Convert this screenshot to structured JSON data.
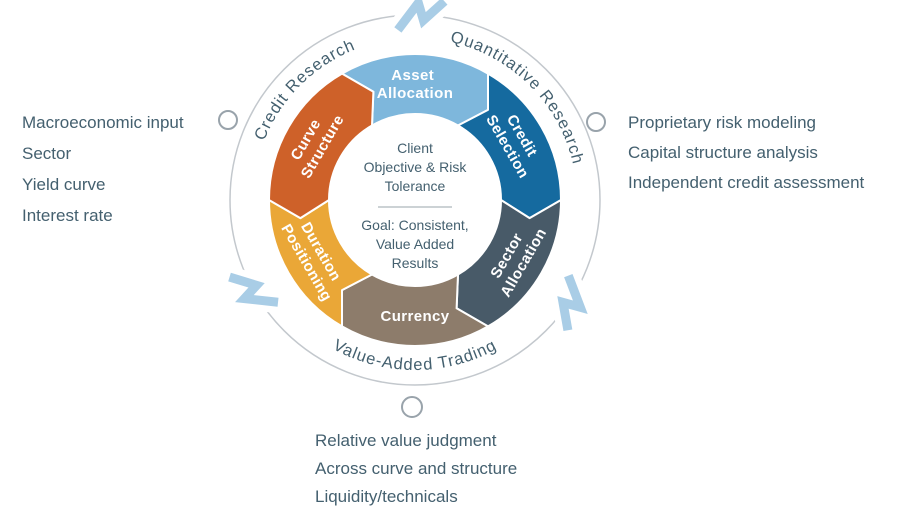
{
  "wheel": {
    "segments": [
      {
        "name": "Asset Allocation",
        "lines": [
          "Asset",
          "Allocation"
        ],
        "color": "#7EB7DC"
      },
      {
        "name": "Credit Selection",
        "lines": [
          "Credit",
          "Selection"
        ],
        "color": "#156A9F"
      },
      {
        "name": "Sector Allocation",
        "lines": [
          "Sector",
          "Allocation"
        ],
        "color": "#485A68"
      },
      {
        "name": "Currency",
        "lines": [
          "Currency"
        ],
        "color": "#8D7C6B"
      },
      {
        "name": "Duration Positioning",
        "lines": [
          "Duration",
          "Positioning"
        ],
        "color": "#EAA737"
      },
      {
        "name": "Curve Structure",
        "lines": [
          "Curve",
          "Structure"
        ],
        "color": "#CE6129"
      }
    ],
    "center": {
      "objective_lines": [
        "Client",
        "Objective & Risk",
        "Tolerance"
      ],
      "goal_lines": [
        "Goal: Consistent,",
        "Value Added",
        "Results"
      ]
    },
    "ring_labels": {
      "upper_left": "Credit Research",
      "upper_right": "Quantitative Research",
      "bottom": "Value-Added Trading"
    },
    "colors": {
      "arrow": "#A9CDE6",
      "outline": "#C3C8CD",
      "text": "#44606F"
    }
  },
  "annotations": {
    "left": {
      "items": [
        "Macroeconomic input",
        "Sector",
        "Yield curve",
        "Interest rate"
      ]
    },
    "right": {
      "items": [
        "Proprietary risk modeling",
        "Capital structure analysis",
        "Independent credit assessment"
      ]
    },
    "bottom": {
      "items": [
        "Relative value judgment",
        "Across curve and structure",
        "Liquidity/technicals"
      ]
    }
  }
}
